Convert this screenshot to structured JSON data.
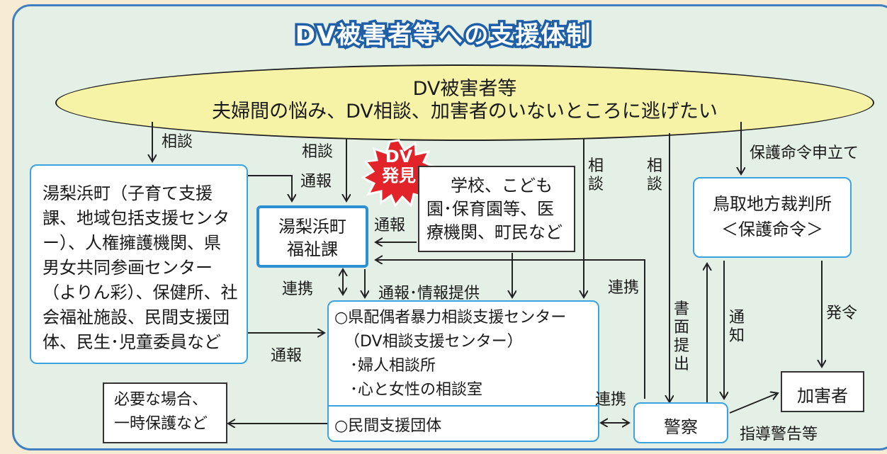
{
  "title": "DV被害者等への支援体制",
  "victim": {
    "heading": "DV被害者等",
    "description": "夫婦間の悩み、DV相談、加害者のいないところに逃げたい"
  },
  "badge": {
    "line1": "DV",
    "line2": "発見"
  },
  "boxes": {
    "town_agencies": [
      "湯梨浜町（子育て支援",
      "課、地域包括支援センタ",
      "ー）、人権擁護機関、県",
      "男女共同参画センター",
      "（よりん彩）、保健所、社",
      "会福祉施設、民間支援団",
      "体、民生･児童委員など"
    ],
    "welfare": [
      "湯梨浜町",
      "福祉課"
    ],
    "schools": [
      "学校、こども",
      "園･保育園等、医",
      "療機関、町民など"
    ],
    "court": [
      "鳥取地方裁判所",
      "＜保護命令＞"
    ],
    "center": [
      "○県配偶者暴力相談支援センター",
      "（DV相談支援センター）",
      "･婦人相談所",
      "･心と女性の相談室"
    ],
    "private": "○民間支援団体",
    "shelter": [
      "必要な場合、",
      "一時保護など"
    ],
    "police": "警察",
    "perpetrator": "加害者"
  },
  "labels": {
    "consult_left": "相談",
    "consult_mid": "相談",
    "report_mid": "通報",
    "report_school": "通報",
    "consult_v1": "相談",
    "consult_v2": "相談",
    "protection_order": "保護命令申立て",
    "cooperation_welfare": "連携",
    "report_info": "通報･情報提供",
    "cooperation_right": "連携",
    "report_bottom": "通報",
    "written": "書面提出",
    "notice": "通知",
    "issue": "発令",
    "cooperation_police": "連携",
    "warning": "指導警告等"
  },
  "colors": {
    "panel_bg": "#e4f0e6",
    "panel_border": "#3f7fc2",
    "ellipse_fill": "#f6f2a6",
    "box_border": "#3aa3e0",
    "badge": "#e2232a",
    "title_stroke": "#1f5fa7"
  }
}
